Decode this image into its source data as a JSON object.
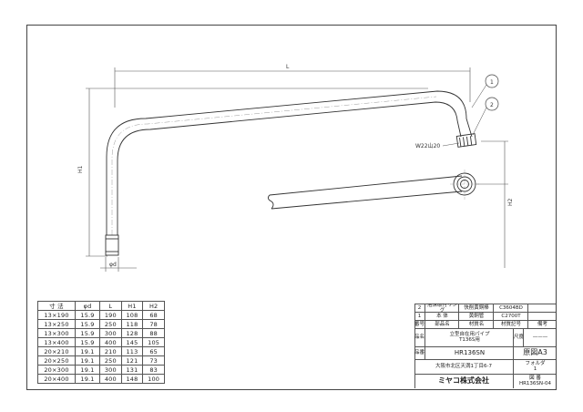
{
  "drawing": {
    "dims": {
      "L": "L",
      "H1": "H1",
      "H2": "H2",
      "od": "φd",
      "thread": "W22山20"
    },
    "balloons": [
      "1",
      "2"
    ]
  },
  "size_table": {
    "headers": [
      "寸 法",
      "φd",
      "L",
      "H1",
      "H2"
    ],
    "rows": [
      [
        "13×190",
        "15.9",
        "190",
        "108",
        "68"
      ],
      [
        "13×250",
        "15.9",
        "250",
        "118",
        "78"
      ],
      [
        "13×300",
        "15.9",
        "300",
        "128",
        "88"
      ],
      [
        "13×400",
        "15.9",
        "400",
        "145",
        "105"
      ],
      [
        "20×210",
        "19.1",
        "210",
        "113",
        "65"
      ],
      [
        "20×250",
        "19.1",
        "250",
        "121",
        "73"
      ],
      [
        "20×300",
        "19.1",
        "300",
        "131",
        "83"
      ],
      [
        "20×400",
        "19.1",
        "400",
        "148",
        "100"
      ]
    ]
  },
  "title_block": {
    "parts": [
      {
        "no": "2",
        "name": "泡沫取付リング",
        "material": "快削黄銅棒",
        "code": "C3604BD"
      },
      {
        "no": "1",
        "name": "本 体",
        "material": "黄銅管",
        "code": "C2700T"
      }
    ],
    "header": {
      "no": "番号",
      "name": "部品名",
      "material": "材質名",
      "code": "材質記号",
      "note": "備考"
    },
    "product_label": "品名",
    "product_name_1": "立型自在用パイプ",
    "product_name_2": "T136S用",
    "scale_label": "尺度",
    "scale_value": "———",
    "model_label": "品番",
    "model": "HR136SN",
    "paper": "原図A3",
    "folder_label": "フォルダ",
    "folder_value": "1",
    "address": "大阪市北区天満1丁目6-7",
    "drawing_no_label": "図 番",
    "drawing_no": "HR136SN-04",
    "company": "ミヤコ株式会社"
  }
}
